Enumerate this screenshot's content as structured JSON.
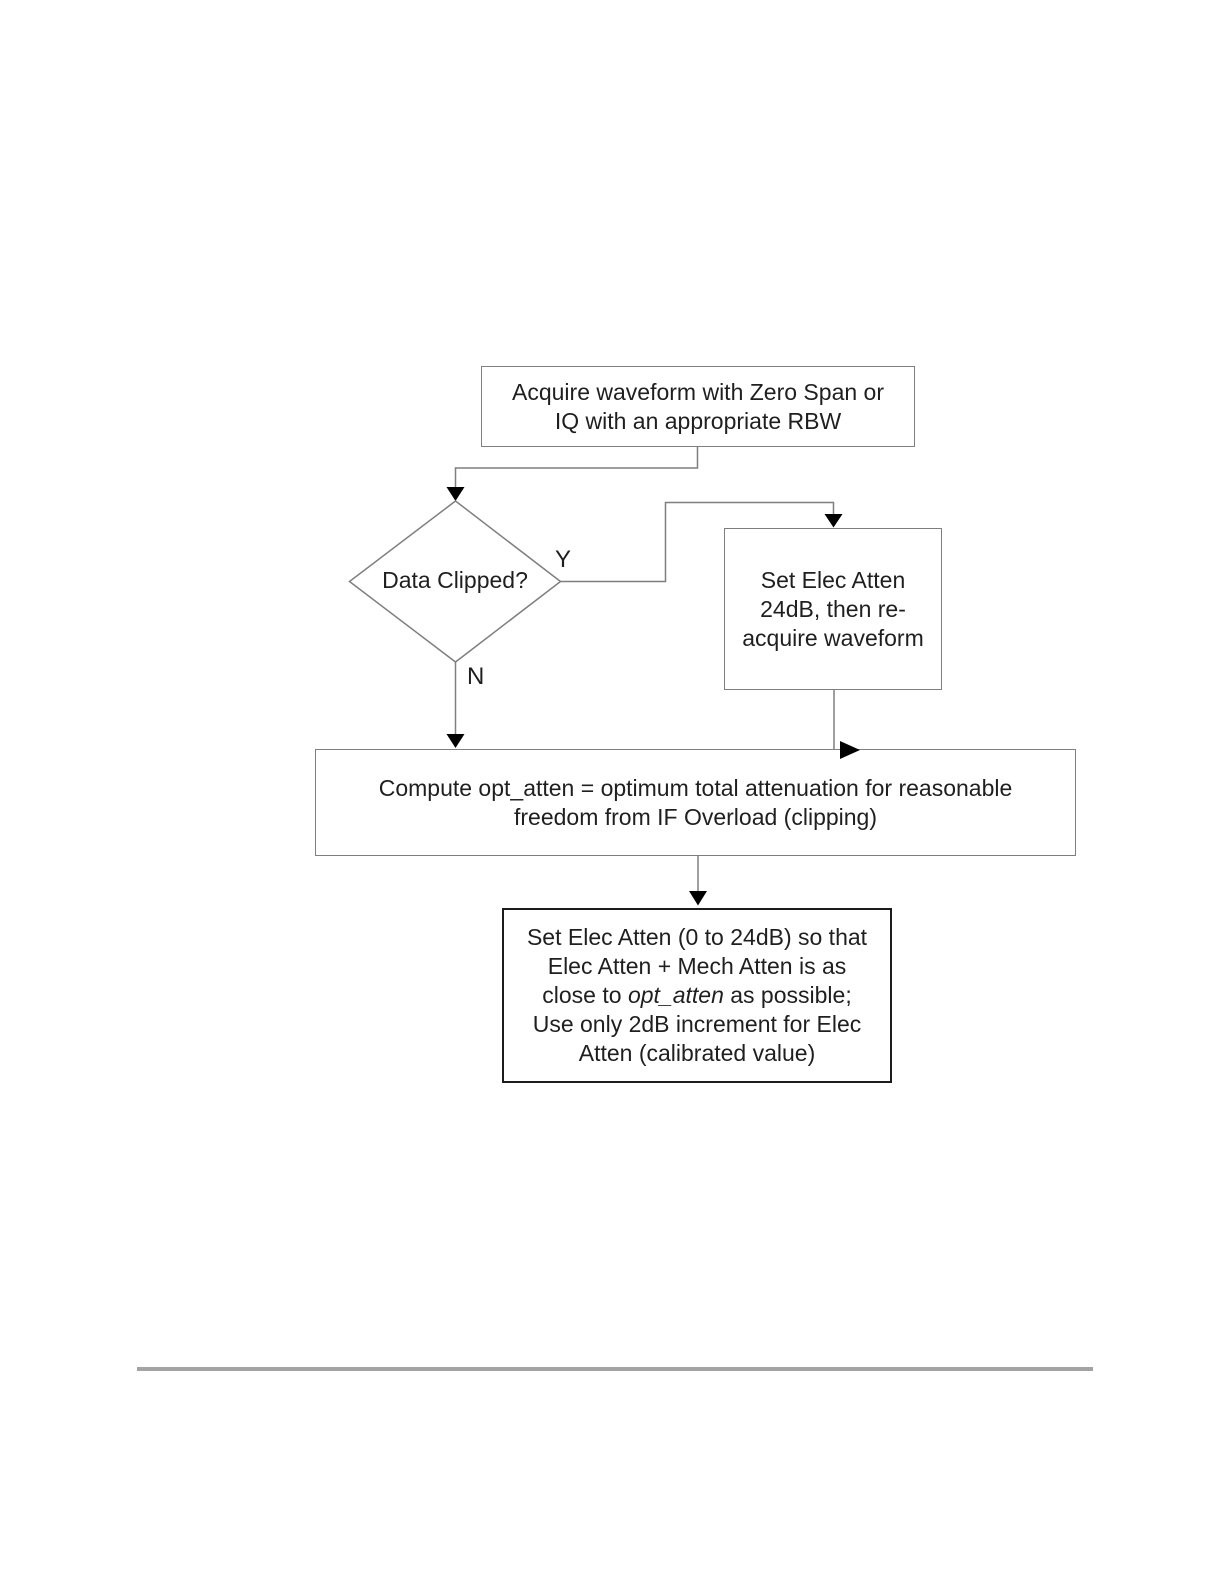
{
  "palette": {
    "page_background": "#ffffff",
    "connector_line": "#7f7f7f",
    "arrowhead": "#000000",
    "node_border": "#7f7f7f",
    "final_node_border": "#1c1c1c",
    "footer_rule": "#a3a3a3",
    "text": "#1f1f1f"
  },
  "flowchart": {
    "nodes": {
      "acquire": {
        "lines": [
          "Acquire waveform with Zero Span or",
          "IQ with an appropriate RBW"
        ]
      },
      "decision": {
        "label": "Data Clipped?",
        "yes_label": "Y",
        "no_label": "N"
      },
      "set_elec_24": {
        "lines": [
          "Set Elec Atten",
          "24dB, then re-",
          "acquire waveform"
        ]
      },
      "compute": {
        "lines": [
          "Compute opt_atten = optimum total attenuation for reasonable",
          "freedom from IF Overload (clipping)"
        ]
      },
      "set_elec_final": {
        "line1": "Set Elec Atten (0 to 24dB) so that",
        "line2": "Elec Atten + Mech Atten is as",
        "line3_prefix": "close to ",
        "line3_italic": "opt_atten",
        "line3_suffix": " as possible;",
        "line4": "Use only 2dB increment for Elec",
        "line5": "Atten (calibrated value)"
      }
    }
  }
}
